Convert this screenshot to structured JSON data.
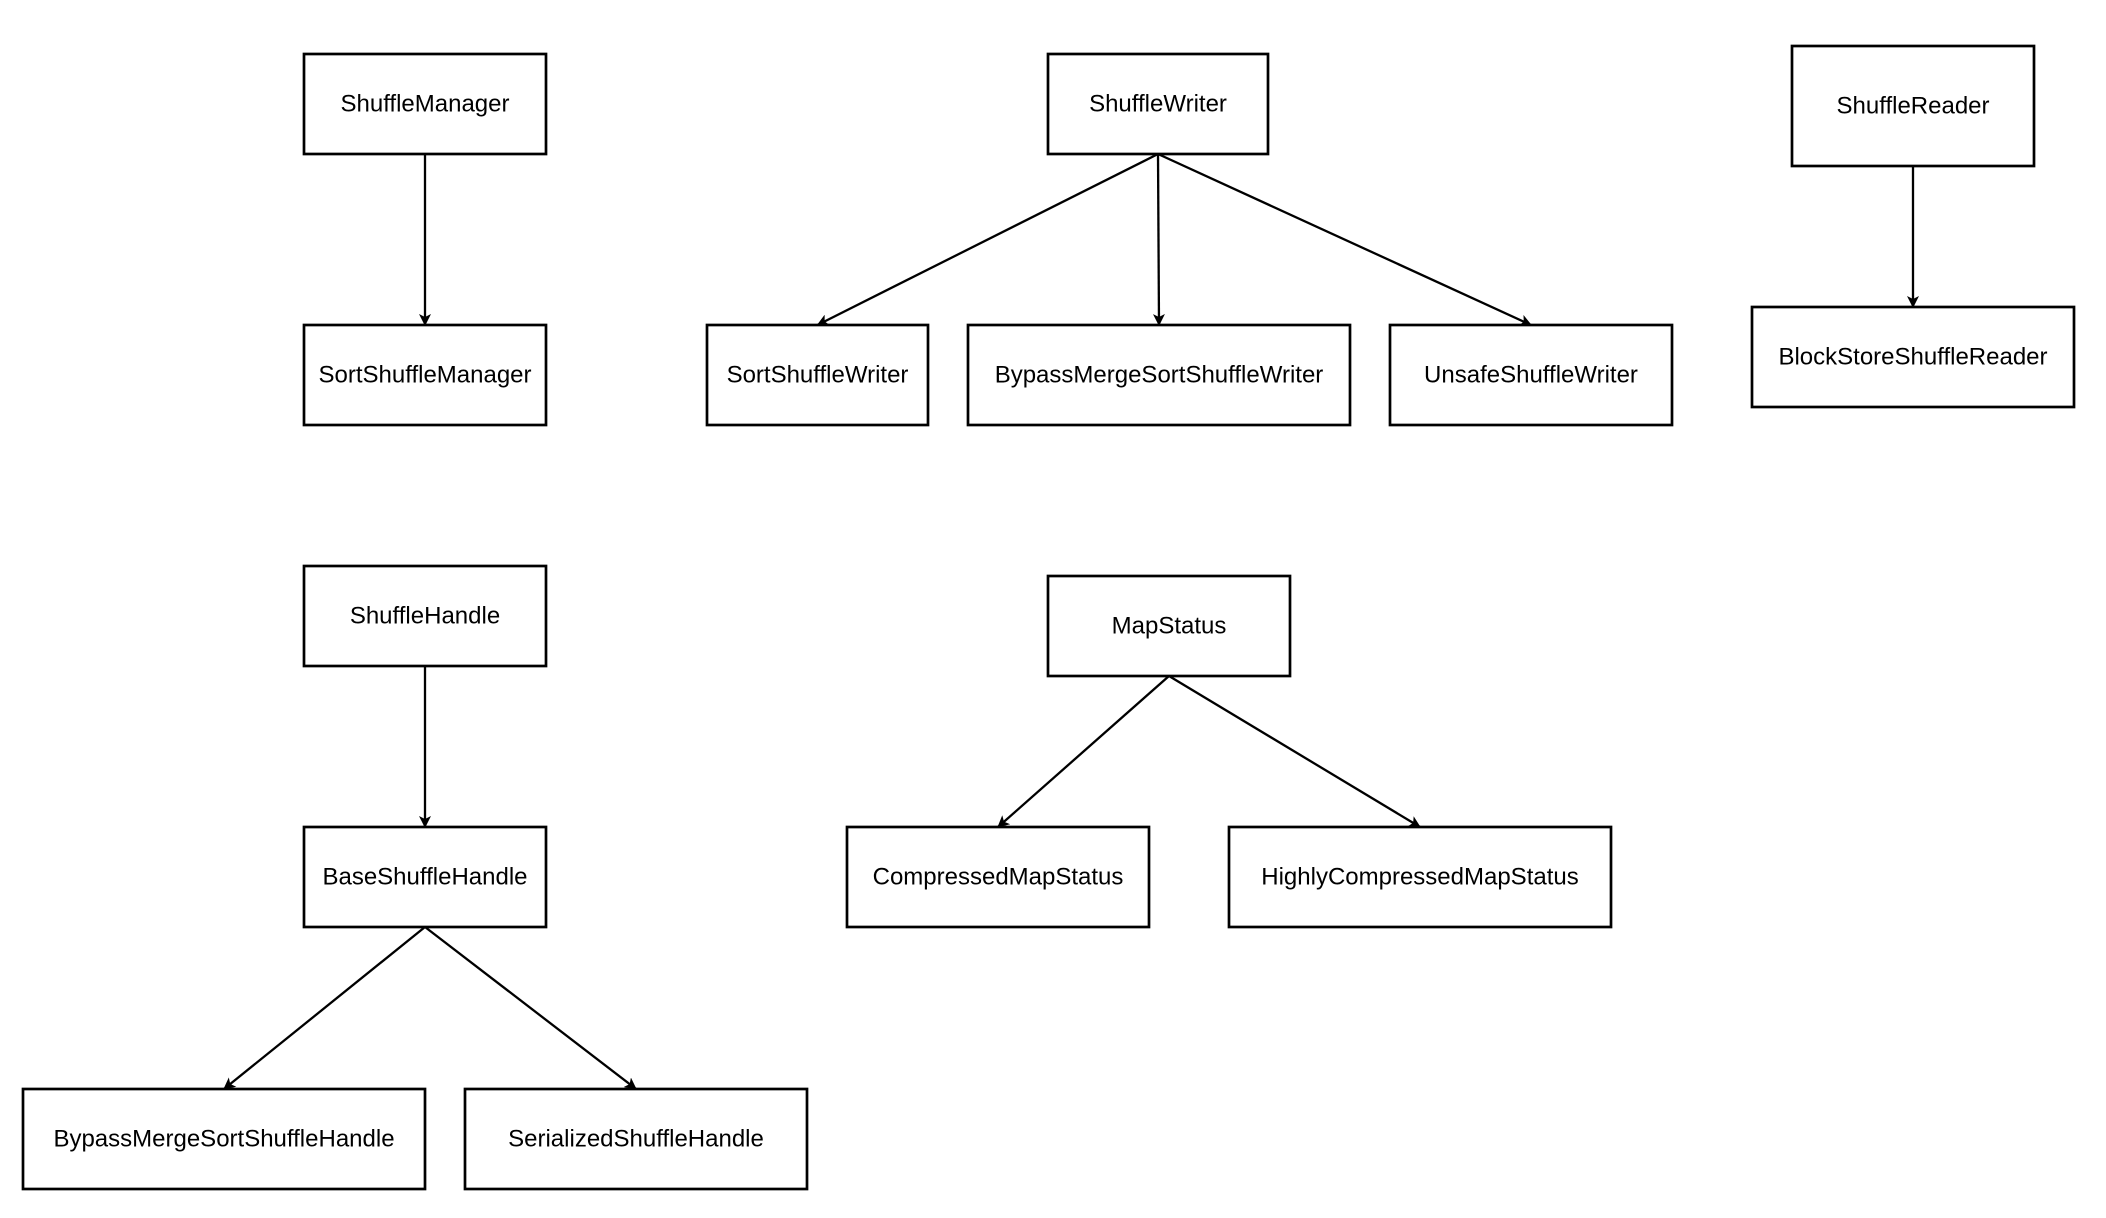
{
  "diagram": {
    "type": "class-hierarchy",
    "colors": {
      "stroke": "#000000",
      "fill": "#ffffff",
      "text": "#000000"
    },
    "nodes": [
      {
        "id": "shuffle-manager",
        "label": "ShuffleManager"
      },
      {
        "id": "sort-shuffle-manager",
        "label": "SortShuffleManager"
      },
      {
        "id": "shuffle-writer",
        "label": "ShuffleWriter"
      },
      {
        "id": "sort-shuffle-writer",
        "label": "SortShuffleWriter"
      },
      {
        "id": "bypass-merge-sort-shuffle-writer",
        "label": "BypassMergeSortShuffleWriter"
      },
      {
        "id": "unsafe-shuffle-writer",
        "label": "UnsafeShuffleWriter"
      },
      {
        "id": "shuffle-reader",
        "label": "ShuffleReader"
      },
      {
        "id": "block-store-shuffle-reader",
        "label": "BlockStoreShuffleReader"
      },
      {
        "id": "shuffle-handle",
        "label": "ShuffleHandle"
      },
      {
        "id": "base-shuffle-handle",
        "label": "BaseShuffleHandle"
      },
      {
        "id": "bypass-merge-sort-shuffle-handle",
        "label": "BypassMergeSortShuffleHandle"
      },
      {
        "id": "serialized-shuffle-handle",
        "label": "SerializedShuffleHandle"
      },
      {
        "id": "map-status",
        "label": "MapStatus"
      },
      {
        "id": "compressed-map-status",
        "label": "CompressedMapStatus"
      },
      {
        "id": "highly-compressed-map-status",
        "label": "HighlyCompressedMapStatus"
      }
    ],
    "edges": [
      {
        "from": "shuffle-manager",
        "to": "sort-shuffle-manager"
      },
      {
        "from": "shuffle-writer",
        "to": "sort-shuffle-writer"
      },
      {
        "from": "shuffle-writer",
        "to": "bypass-merge-sort-shuffle-writer"
      },
      {
        "from": "shuffle-writer",
        "to": "unsafe-shuffle-writer"
      },
      {
        "from": "shuffle-reader",
        "to": "block-store-shuffle-reader"
      },
      {
        "from": "shuffle-handle",
        "to": "base-shuffle-handle"
      },
      {
        "from": "base-shuffle-handle",
        "to": "bypass-merge-sort-shuffle-handle"
      },
      {
        "from": "base-shuffle-handle",
        "to": "serialized-shuffle-handle"
      },
      {
        "from": "map-status",
        "to": "compressed-map-status"
      },
      {
        "from": "map-status",
        "to": "highly-compressed-map-status"
      }
    ]
  }
}
